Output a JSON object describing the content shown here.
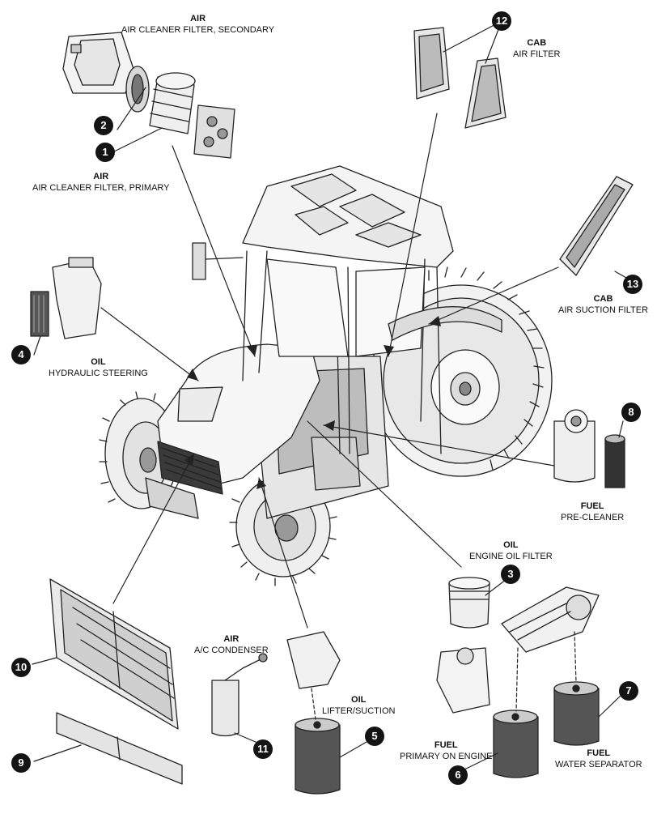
{
  "labels": [
    {
      "id": "1",
      "category": "AIR",
      "name": "AIR CLEANER FILTER, PRIMARY"
    },
    {
      "id": "2",
      "category": "AIR",
      "name": "AIR CLEANER FILTER, SECONDARY"
    },
    {
      "id": "3",
      "category": "OIL",
      "name": "ENGINE OIL FILTER"
    },
    {
      "id": "4",
      "category": "OIL",
      "name": "HYDRAULIC STEERING"
    },
    {
      "id": "5",
      "category": "OIL",
      "name": "LIFTER/SUCTION"
    },
    {
      "id": "6",
      "category": "FUEL",
      "name": "PRIMARY ON ENGINE"
    },
    {
      "id": "7",
      "category": "FUEL",
      "name": "WATER SEPARATOR"
    },
    {
      "id": "8",
      "category": "FUEL",
      "name": "PRE-CLEANER"
    },
    {
      "id": "9"
    },
    {
      "id": "10"
    },
    {
      "id": "11",
      "category": "AIR",
      "name": "A/C CONDENSER"
    },
    {
      "id": "12",
      "category": "CAB",
      "name": "AIR FILTER"
    },
    {
      "id": "13",
      "category": "CAB",
      "name": "AIR SUCTION FILTER"
    }
  ]
}
